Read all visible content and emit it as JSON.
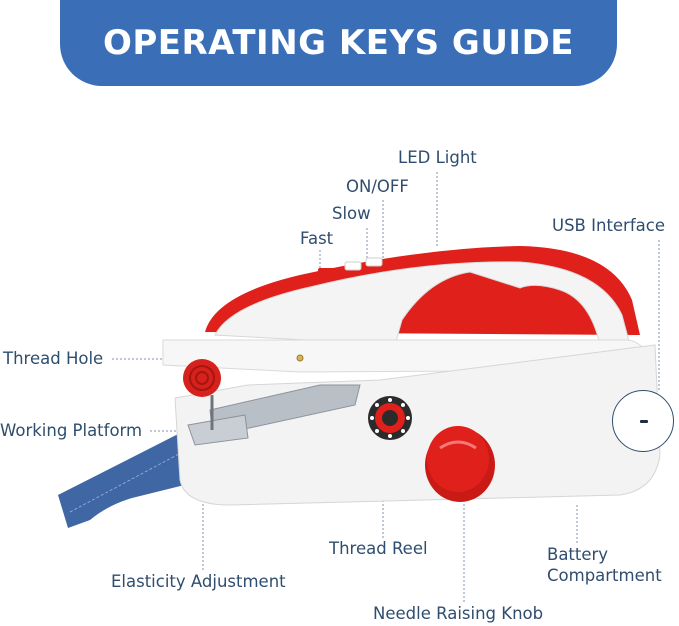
{
  "banner": {
    "title": "OPERATING KEYS GUIDE"
  },
  "labels": {
    "led_light": "LED Light",
    "on_off": "ON/OFF",
    "slow": "Slow",
    "fast": "Fast",
    "usb_interface": "USB Interface",
    "thread_hole": "Thread Hole",
    "working_platform": "Working Platform",
    "thread_reel": "Thread Reel",
    "battery_line1": "Battery",
    "battery_line2": "Compartment",
    "elasticity_adjustment": "Elasticity Adjustment",
    "needle_raising_knob": "Needle Raising Knob"
  },
  "colors": {
    "banner": "#3a6fb8",
    "label_text": "#2f4d6e",
    "machine_red": "#e0201b",
    "machine_white": "#f4f4f4",
    "fabric": "#3f67a3"
  }
}
